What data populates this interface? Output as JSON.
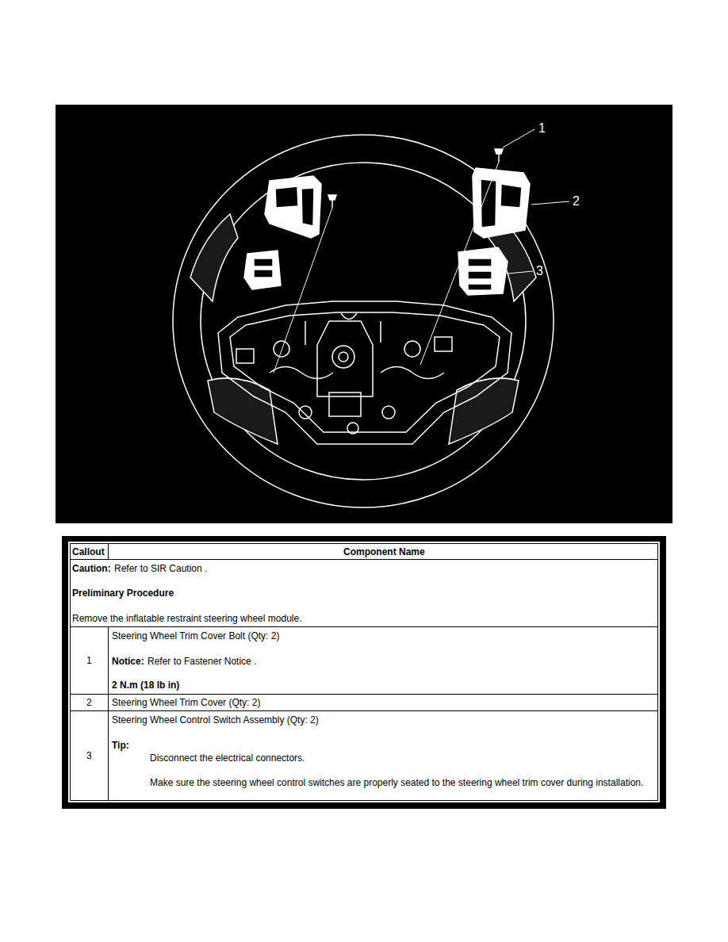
{
  "diagram": {
    "labels": [
      "1",
      "2",
      "3",
      "Callout",
      "Component Name",
      "Caution:",
      "Refer to SIR Caution .",
      "Preliminary Procedure",
      "Remove the inflatable restraint steering wheel module.",
      "1",
      "Steering Wheel Trim Cover Bolt (Qty: 2)",
      "Notice:",
      "Refer to Fastener Notice .",
      "2 N.m (18 lb in)",
      "2",
      "Steering Wheel Trim Cover (Qty: 2)",
      "3",
      "Steering Wheel Control Switch Assembly (Qty: 2)",
      "Tip:",
      "Disconnect the electrical connectors.",
      "Make sure the steering wheel control switches are properly seated to the steering wheel trim cover during installation."
    ]
  }
}
